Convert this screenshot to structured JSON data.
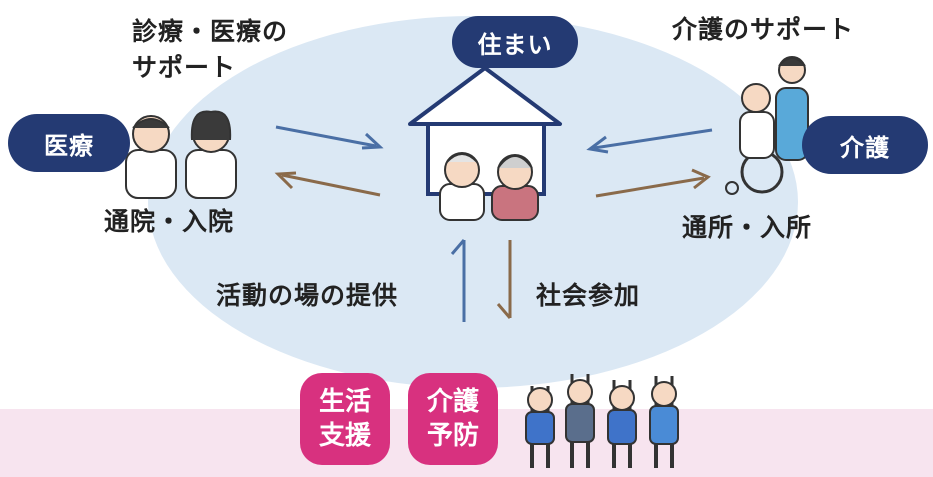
{
  "nodes": {
    "housing": "住まい",
    "medical": "医療",
    "care": "介護"
  },
  "labels": {
    "medical_support": "診療・医療の\nサポート",
    "care_support": "介護のサポート",
    "hospital_visits": "通院・入院",
    "daycare_facility": "通所・入所",
    "activity_venue": "活動の場の提供",
    "social_participation": "社会参加"
  },
  "tiles": {
    "life_support": "生活\n支援",
    "care_prevention": "介護\n予防"
  },
  "colors": {
    "navy": "#243a73",
    "pink": "#d8317f",
    "ellipse": "#dbe8f4",
    "band": "#f7e4ef",
    "arrow_blue": "#4a6fa5",
    "arrow_brown": "#8a6a4a"
  },
  "icons": [
    "house-icon",
    "elderly-couple-icon",
    "doctors-icon",
    "wheelchair-caregiver-icon",
    "exercising-seniors-icon"
  ]
}
